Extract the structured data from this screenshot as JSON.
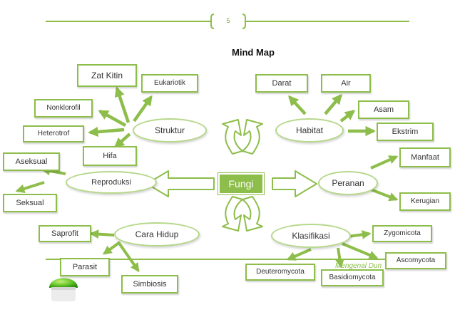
{
  "header": {
    "page_number": "5"
  },
  "title": "Mind Map",
  "center": "Fungi",
  "branches": {
    "struktur": "Struktur",
    "habitat": "Habitat",
    "reproduksi": "Reproduksi",
    "peranan": "Peranan",
    "cara_hidup": "Cara Hidup",
    "klasifikasi": "Klasifikasi"
  },
  "leaves": {
    "zat_kitin": "Zat Kitin",
    "eukariotik": "Eukariotik",
    "nonklorofil": "Nonklorofil",
    "heterotrof": "Heterotrof",
    "hifa": "Hifa",
    "aseksual": "Aseksual",
    "seksual": "Seksual",
    "darat": "Darat",
    "air": "Air",
    "asam": "Asam",
    "ekstrim": "Ekstrim",
    "manfaat": "Manfaat",
    "kerugian": "Kerugian",
    "saprofit": "Saprofit",
    "parasit": "Parasit",
    "simbiosis": "Simbiosis",
    "zygomicota": "Zygomicota",
    "ascomycota": "Ascomycota",
    "deuteromycota": "Deuteromycota",
    "basidiomycota": "Basidiomycota"
  },
  "footer": "Mengenal Dun",
  "colors": {
    "accent": "#8dbd4a",
    "accent_light": "#b6d88a"
  }
}
